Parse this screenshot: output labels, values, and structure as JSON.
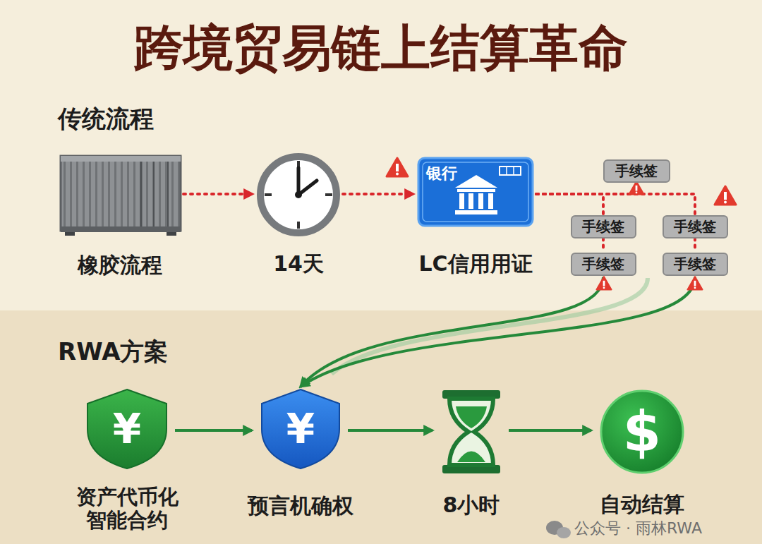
{
  "diagram": {
    "title": "跨境贸易链上结算革命",
    "nodes": [
      {
        "text": [
          "橡胶流程"
        ]
      },
      {
        "text": [
          "14天"
        ]
      },
      {
        "text": [
          "银行",
          "LC信用用证"
        ]
      },
      {
        "text": [
          "手续签"
        ]
      },
      {
        "text": [
          "手续签"
        ]
      },
      {
        "text": [
          "手续签"
        ]
      },
      {
        "text": [
          "手续签"
        ]
      },
      {
        "text": [
          "手续签"
        ]
      },
      {
        "text": [
          "¥",
          "资产代币化 智能合约"
        ]
      },
      {
        "text": [
          "¥",
          "预言机确权"
        ]
      },
      {
        "text": [
          "8小时"
        ]
      },
      {
        "text": [
          "$",
          "自动结算"
        ]
      }
    ],
    "edges": [
      {
        "from": 0,
        "to": 1,
        "arrow": "to"
      },
      {
        "from": 1,
        "to": 2,
        "arrow": "to"
      },
      {
        "from": 2,
        "to": 3,
        "arrow": "none"
      },
      {
        "from": 2,
        "to": 4,
        "arrow": "none"
      },
      {
        "from": 2,
        "to": 5,
        "arrow": "none"
      },
      {
        "from": 4,
        "to": 6,
        "arrow": "none"
      },
      {
        "from": 5,
        "to": 7,
        "arrow": "none"
      },
      {
        "from": 6,
        "to": 9,
        "arrow": "to"
      },
      {
        "from": 7,
        "to": 9,
        "arrow": "to"
      },
      {
        "from": 8,
        "to": 9,
        "arrow": "to"
      },
      {
        "from": 9,
        "to": 10,
        "arrow": "to"
      },
      {
        "from": 10,
        "to": 11,
        "arrow": "to"
      }
    ],
    "labels": [
      "传统流程",
      "RWA方案",
      "公众号 · 雨林RWA"
    ]
  }
}
